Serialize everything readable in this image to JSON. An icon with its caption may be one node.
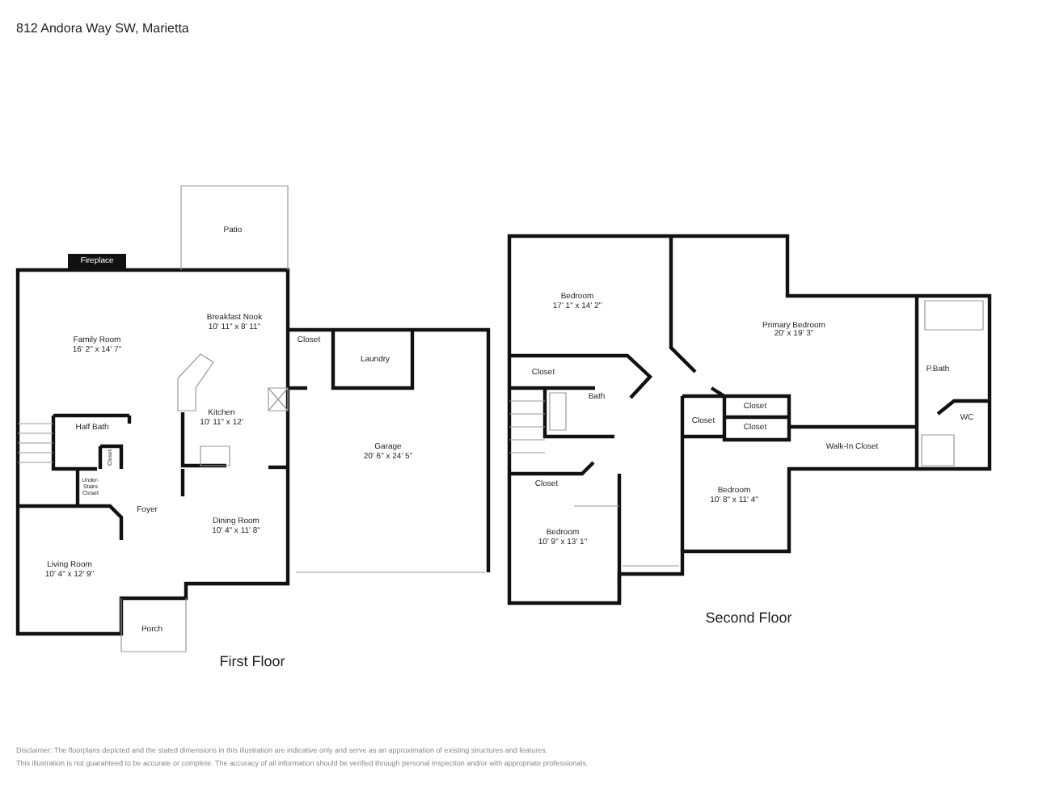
{
  "diagram": {
    "title": "812 Andora Way SW, Marietta",
    "labels": [
      "Patio",
      "Fireplace",
      "Family Room",
      "16' 2\" x 14' 7\"",
      "Breakfast Nook",
      "10' 11\" x 8' 11\"",
      "Closet",
      "Laundry",
      "Half Bath",
      "Kitchen",
      "10' 11\" x 12'",
      "Garage",
      "20' 6\" x 24' 5\"",
      "Closet",
      "Under-Stairs Closet",
      "Foyer",
      "Dining Room",
      "10' 4\" x 11' 8\"",
      "Living Room",
      "10' 4\" x 12' 9\"",
      "Porch",
      "First Floor",
      "Bedroom",
      "17' 1\" x 14' 2\"",
      "Primary Bedroom",
      "20' x 19' 3\"",
      "Closet",
      "P.Bath",
      "Bath",
      "Closet",
      "WC",
      "Closet",
      "Closet",
      "Walk-In Closet",
      "Closet",
      "Bedroom",
      "10' 8\" x 11' 4\"",
      "Bedroom",
      "10' 9\" x 13' 1\"",
      "Second Floor",
      "Disclaimer: The floorplans depicted and the stated dimensions in this illustration are indicative only and serve as an approximation of existing structures and features.",
      "This illustration is not guaranteed to be accurate or complete. The accuracy of all information should be verified through personal inspection and/or with appropriate professionals."
    ]
  }
}
